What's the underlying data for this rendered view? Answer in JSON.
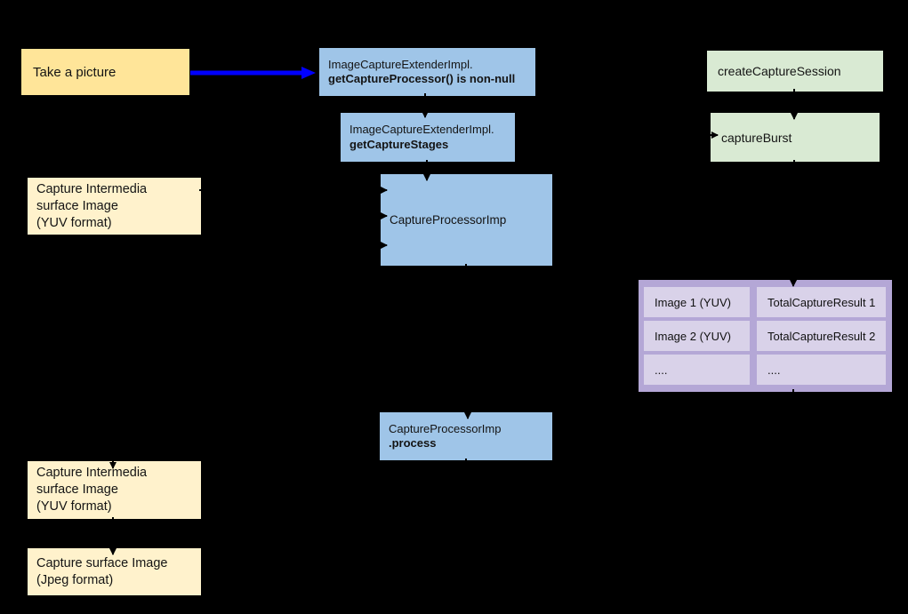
{
  "colors": {
    "background": "#000000",
    "yellow": "#ffe599",
    "cream": "#fff2cc",
    "blue": "#9fc5e8",
    "green": "#d9ead3",
    "purple_outer": "#b4a7d6",
    "purple_cell": "#d9d2e9",
    "arrow_blue": "#0000ff",
    "connector": "#000000"
  },
  "nodes": {
    "take_picture": {
      "label": "Take a picture"
    },
    "get_capture_processor": {
      "line1": "ImageCaptureExtenderImpl.",
      "line2": "getCaptureProcessor() is non-null"
    },
    "get_capture_stages": {
      "line1": "ImageCaptureExtenderImpl.",
      "line2": "getCaptureStages"
    },
    "capture_intermedia_top": {
      "line1": "Capture Intermedia",
      "line2": "surface Image",
      "line3": "(YUV format)"
    },
    "capture_processor": {
      "label": "CaptureProcessorImp"
    },
    "create_capture_session": {
      "label": "createCaptureSession"
    },
    "capture_burst": {
      "label": "captureBurst"
    },
    "capture_processor_process": {
      "line1": "CaptureProcessorImp",
      "line2": ".process"
    },
    "capture_intermedia_bottom": {
      "line1": "Capture Intermedia",
      "line2": "surface Image",
      "line3": "(YUV format)"
    },
    "capture_surface_jpeg": {
      "line1": "Capture surface Image",
      "line2": "(Jpeg format)"
    }
  },
  "result_table": {
    "rows": [
      [
        "Image 1 (YUV)",
        "TotalCaptureResult 1"
      ],
      [
        "Image 2 (YUV)",
        "TotalCaptureResult 2"
      ],
      [
        "....",
        "...."
      ]
    ]
  }
}
